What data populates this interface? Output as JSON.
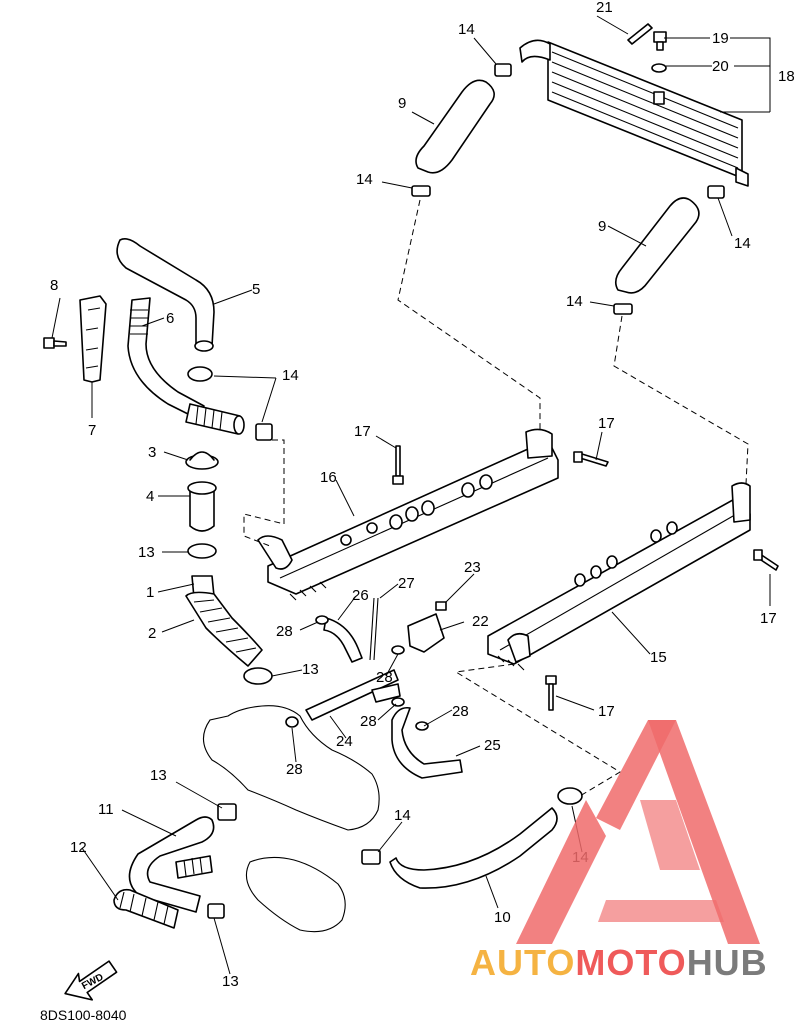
{
  "diagram": {
    "code": "8DS100-8040",
    "fwd_label": "FWD",
    "callouts": [
      "1",
      "2",
      "3",
      "4",
      "5",
      "6",
      "7",
      "8",
      "9",
      "10",
      "11",
      "12",
      "13",
      "14",
      "15",
      "16",
      "17",
      "18",
      "19",
      "20",
      "21",
      "22",
      "23",
      "24",
      "25",
      "26",
      "27",
      "28"
    ]
  },
  "watermark": {
    "part1": "AUTO",
    "part2": "MOTO",
    "part3": "HUB",
    "colors": {
      "auto": "#f5b342",
      "moto": "#ef5a5a",
      "hub": "#7b7b7b",
      "triangle": "#f06b6b"
    }
  }
}
